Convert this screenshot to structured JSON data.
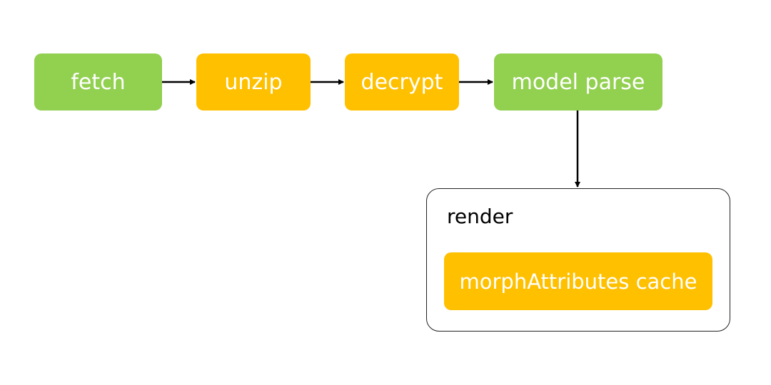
{
  "colors": {
    "green": "#92d050",
    "orange": "#ffc000",
    "arrow": "#000000",
    "container_border": "#222222"
  },
  "nodes": {
    "fetch": {
      "label": "fetch",
      "color": "green"
    },
    "unzip": {
      "label": "unzip",
      "color": "orange"
    },
    "decrypt": {
      "label": "decrypt",
      "color": "orange"
    },
    "model_parse": {
      "label": "model parse",
      "color": "green"
    }
  },
  "render_group": {
    "title": "render",
    "inner": {
      "label": "morphAttributes cache",
      "color": "orange"
    }
  },
  "edges": [
    {
      "from": "fetch",
      "to": "unzip"
    },
    {
      "from": "unzip",
      "to": "decrypt"
    },
    {
      "from": "decrypt",
      "to": "model_parse"
    },
    {
      "from": "model_parse",
      "to": "render"
    }
  ]
}
